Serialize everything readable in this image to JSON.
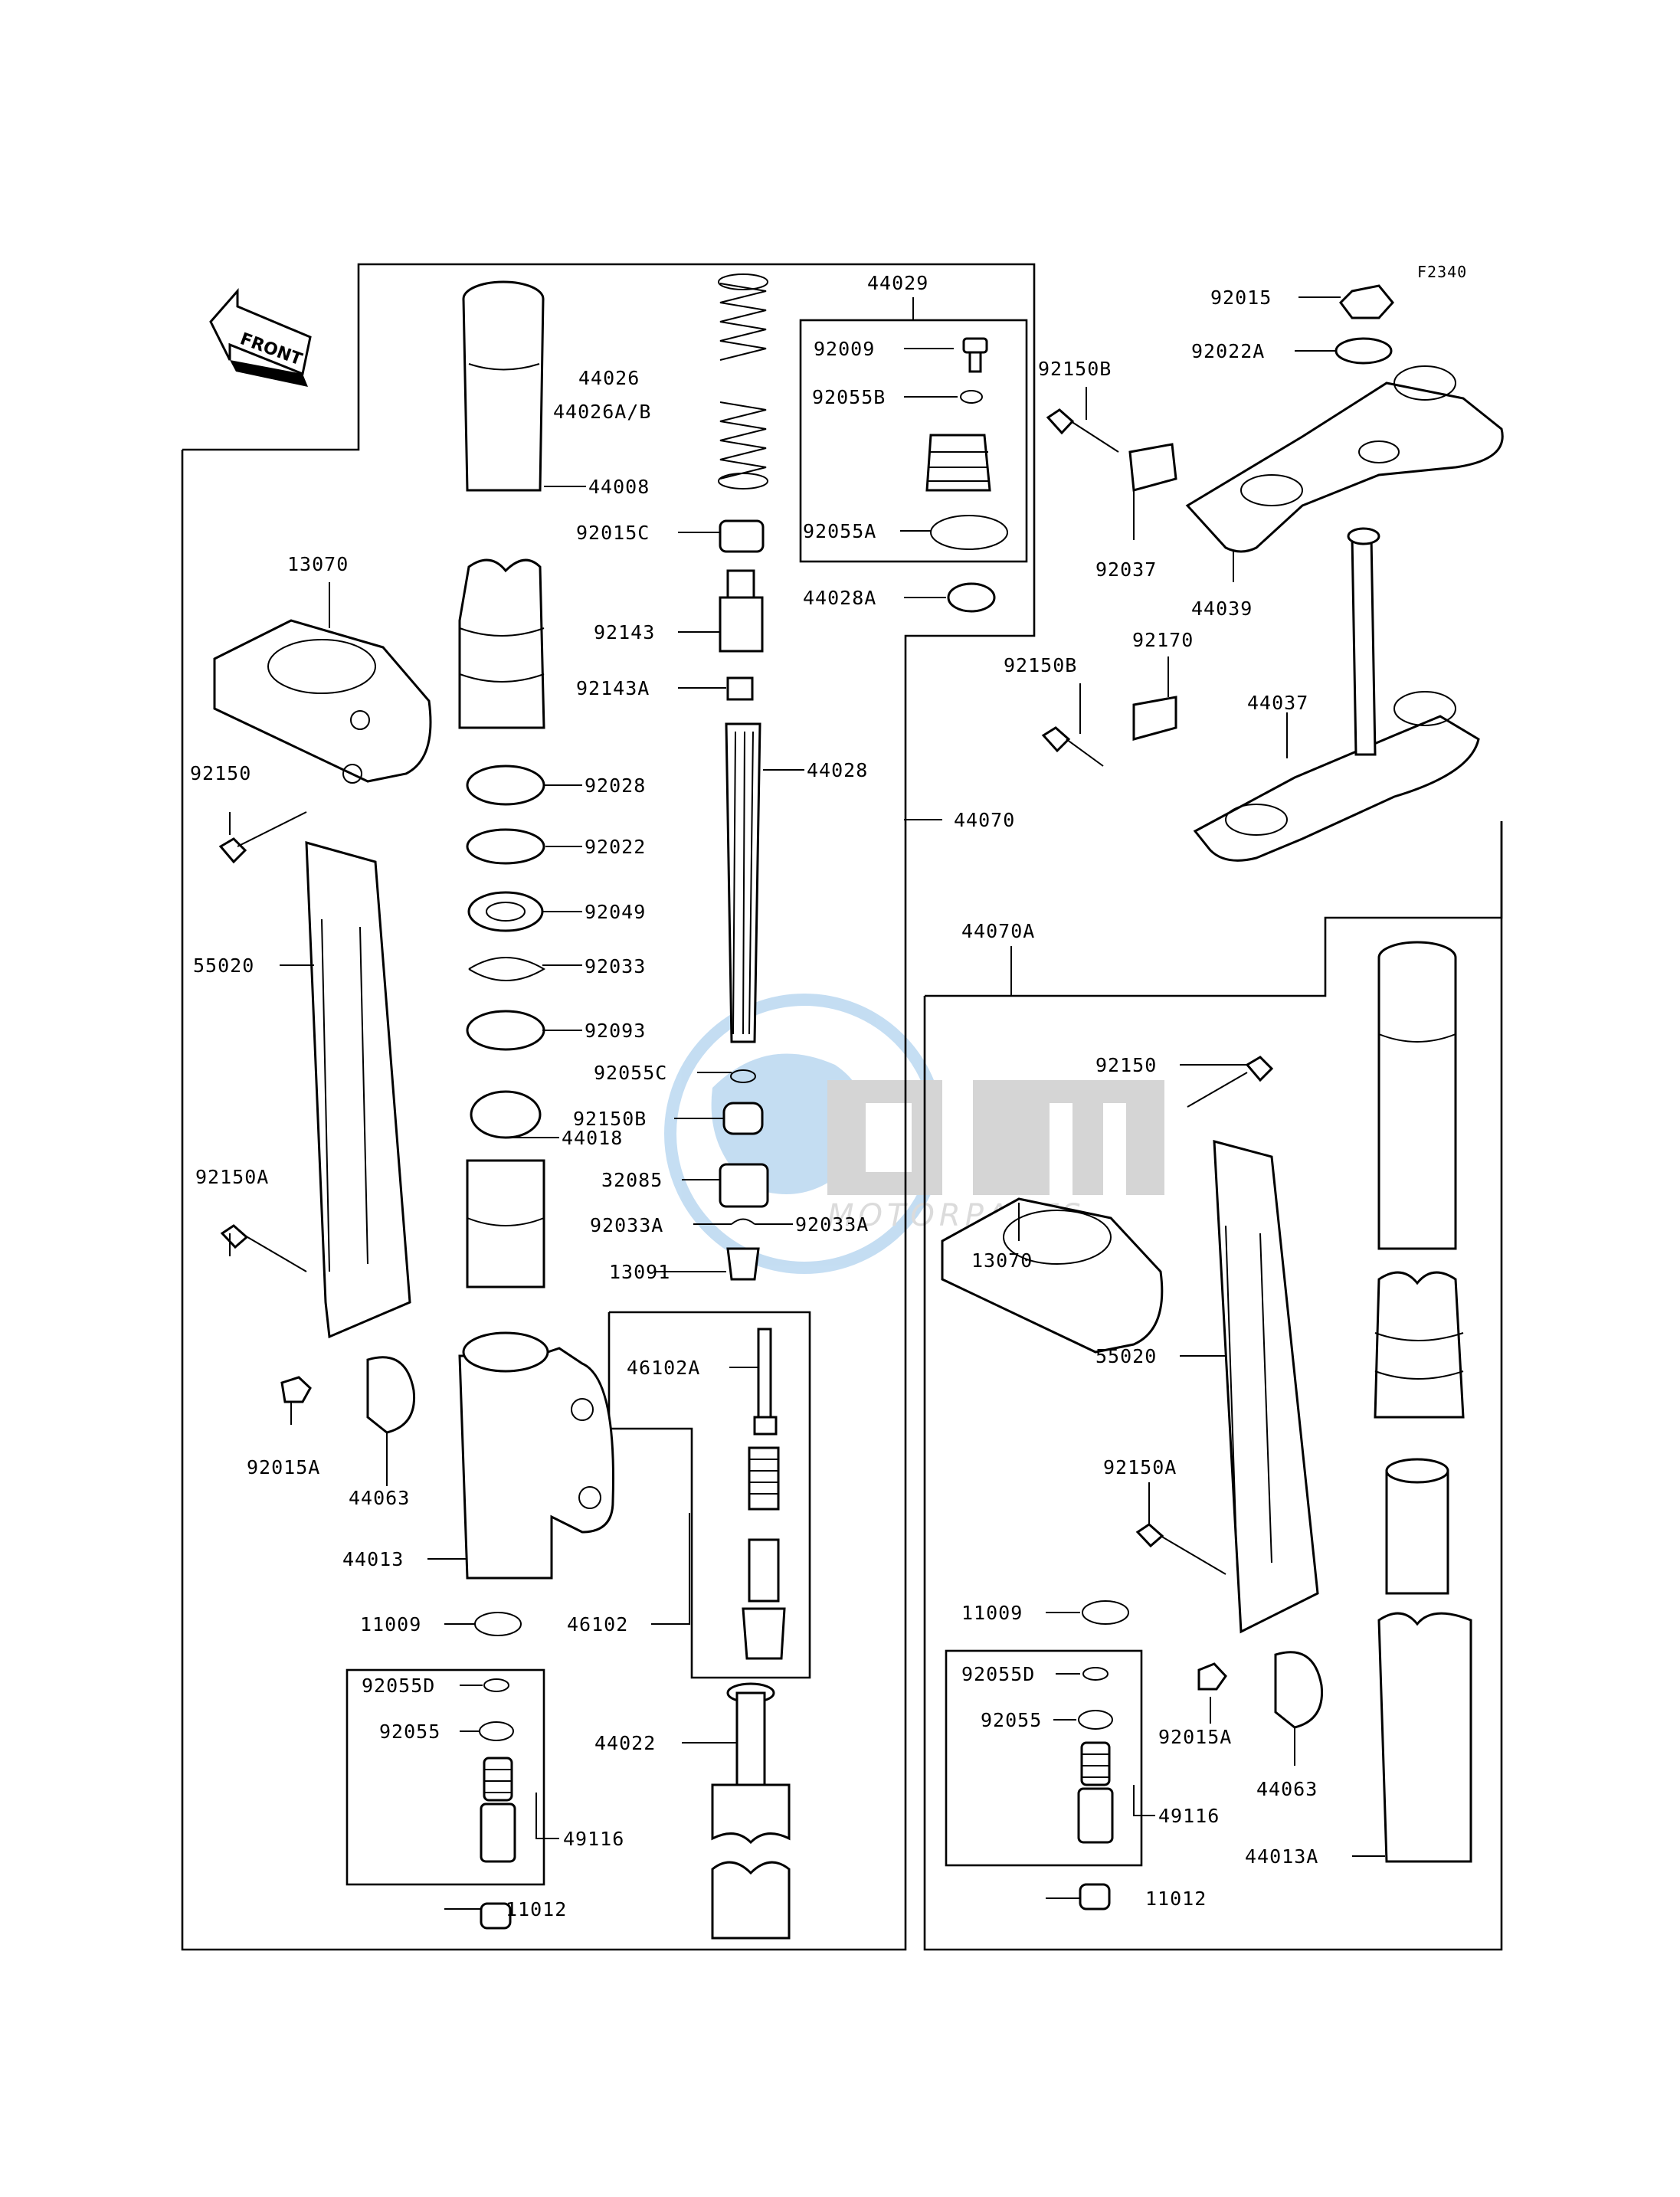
{
  "figure_code": "F2340",
  "front_label": "FRONT",
  "watermark": {
    "brand": "OEM",
    "sub": "MOTORPARTS",
    "color": "#5aa0dc"
  },
  "labels": {
    "44029": "44029",
    "92009": "92009",
    "92055B": "92055B",
    "92055A": "92055A",
    "44028A": "44028A",
    "44026": "44026",
    "44026AB": "44026A/B",
    "44008": "44008",
    "92015C": "92015C",
    "92143": "92143",
    "92143A": "92143A",
    "44028": "44028",
    "13070_l": "13070",
    "92150_l": "92150",
    "92028": "92028",
    "92022": "92022",
    "92049": "92049",
    "92033": "92033",
    "92093": "92093",
    "55020_l": "55020",
    "92055C": "92055C",
    "92150B_c": "92150B",
    "44018": "44018",
    "32085": "32085",
    "92033A_l": "92033A",
    "92033A_r": "92033A",
    "13091": "13091",
    "92150A_l": "92150A",
    "46102A": "46102A",
    "92015A_l": "92015A",
    "44063_l": "44063",
    "44013": "44013",
    "46102": "46102",
    "11009_l": "11009",
    "92055D_l": "92055D",
    "92055_l": "92055",
    "44022": "44022",
    "49116_l": "49116",
    "11012_l": "11012",
    "92015": "92015",
    "92022A": "92022A",
    "92150B_r1": "92150B",
    "92037": "92037",
    "44039": "44039",
    "92150B_r2": "92150B",
    "92170": "92170",
    "44037": "44037",
    "44070": "44070",
    "44070A": "44070A",
    "92150_r": "92150",
    "13070_r": "13070",
    "55020_r": "55020",
    "92150A_r": "92150A",
    "11009_r": "11009",
    "92055D_r": "92055D",
    "92055_r": "92055",
    "92015A_r": "92015A",
    "44063_r": "44063",
    "49116_r": "49116",
    "44013A": "44013A",
    "11012_r": "11012"
  }
}
